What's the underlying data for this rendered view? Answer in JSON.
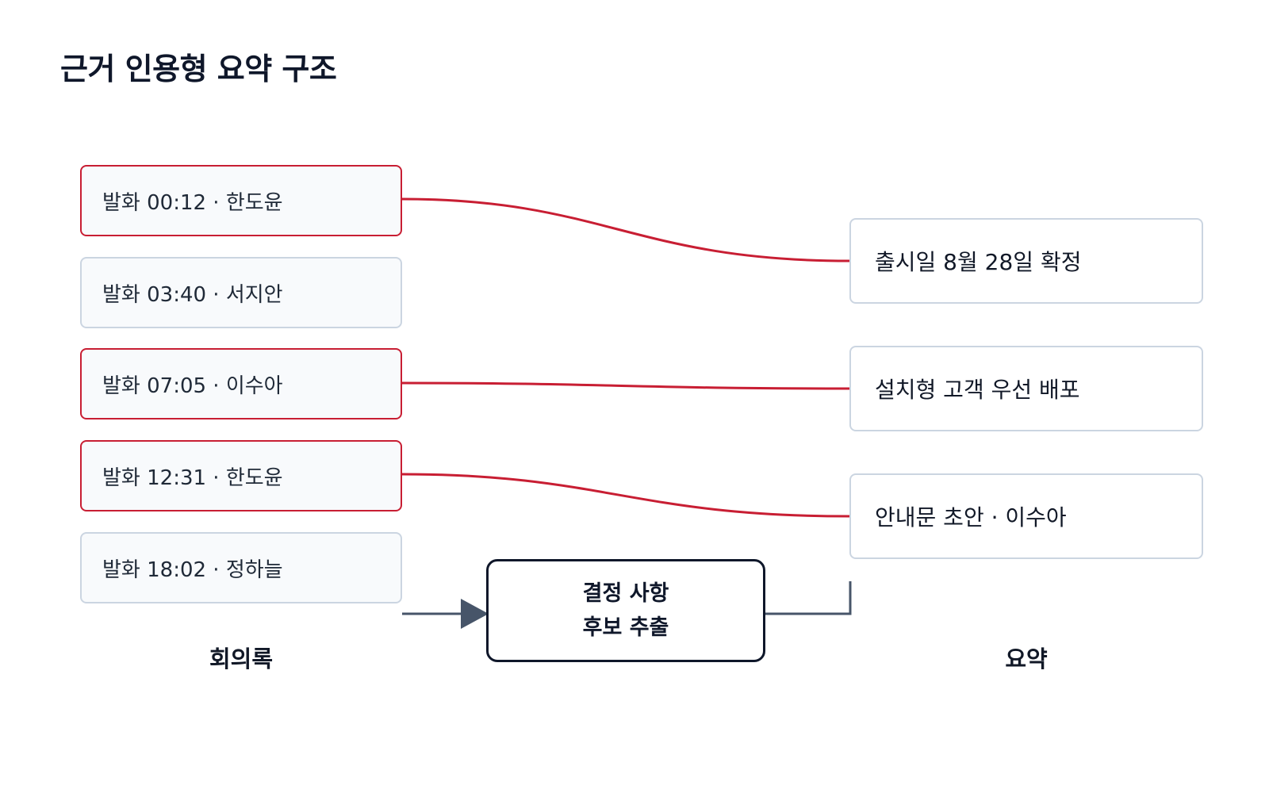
{
  "title": "근거 인용형 요약 구조",
  "utterances": [
    {
      "label": "발화 00:12 · 한도윤",
      "cited": true
    },
    {
      "label": "발화 03:40 · 서지안",
      "cited": false
    },
    {
      "label": "발화 07:05 · 이수아",
      "cited": true
    },
    {
      "label": "발화 12:31 · 한도윤",
      "cited": true
    },
    {
      "label": "발화 18:02 · 정하늘",
      "cited": false
    }
  ],
  "summary_items": [
    {
      "label": "출시일 8월 28일 확정"
    },
    {
      "label": "설치형 고객 우선 배포"
    },
    {
      "label": "안내문 초안 · 이수아"
    }
  ],
  "process": {
    "line1": "결정 사항",
    "line2": "후보 추출"
  },
  "left_column_label": "회의록",
  "right_column_label": "요약",
  "links": [
    {
      "from": 0,
      "to": 0
    },
    {
      "from": 2,
      "to": 1
    },
    {
      "from": 3,
      "to": 2
    }
  ],
  "colors": {
    "citation": "#c81e33",
    "flow": "#475569",
    "border": "#cbd5e1",
    "title": "#0f172a"
  }
}
